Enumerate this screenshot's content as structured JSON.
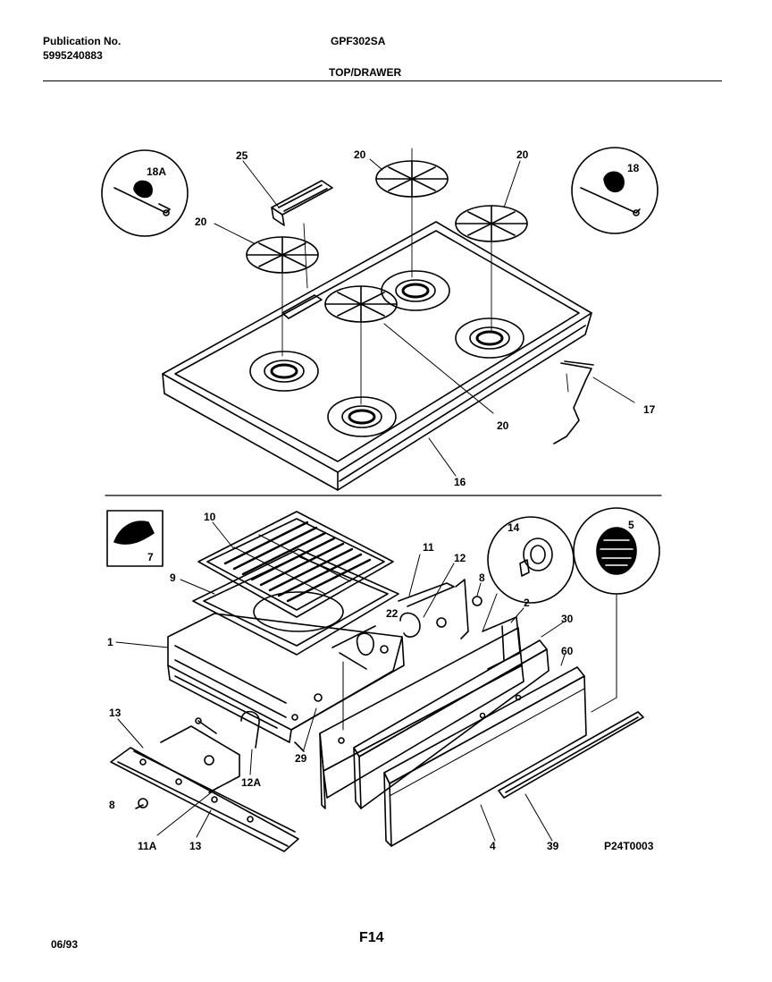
{
  "header": {
    "publication_label": "Publication No.",
    "publication_number": "5995240883",
    "model": "GPF302SA",
    "section": "TOP/DRAWER"
  },
  "callouts": {
    "c18a": "18A",
    "c25": "25",
    "c20a": "20",
    "c20b": "20",
    "c20c": "20",
    "c18": "18",
    "c20d": "20",
    "c17": "17",
    "c16": "16",
    "c10": "10",
    "c7": "7",
    "c9": "9",
    "c11": "11",
    "c12": "12",
    "c14": "14",
    "c5": "5",
    "c8a": "8",
    "c2": "2",
    "c30": "30",
    "c22": "22",
    "c60": "60",
    "c1": "1",
    "c13a": "13",
    "c29": "29",
    "c12a": "12A",
    "c8b": "8",
    "c11a": "11A",
    "c13b": "13",
    "c4": "4",
    "c39": "39"
  },
  "figure_code": "P24T0003",
  "footer": {
    "date": "06/93",
    "page": "F14"
  }
}
